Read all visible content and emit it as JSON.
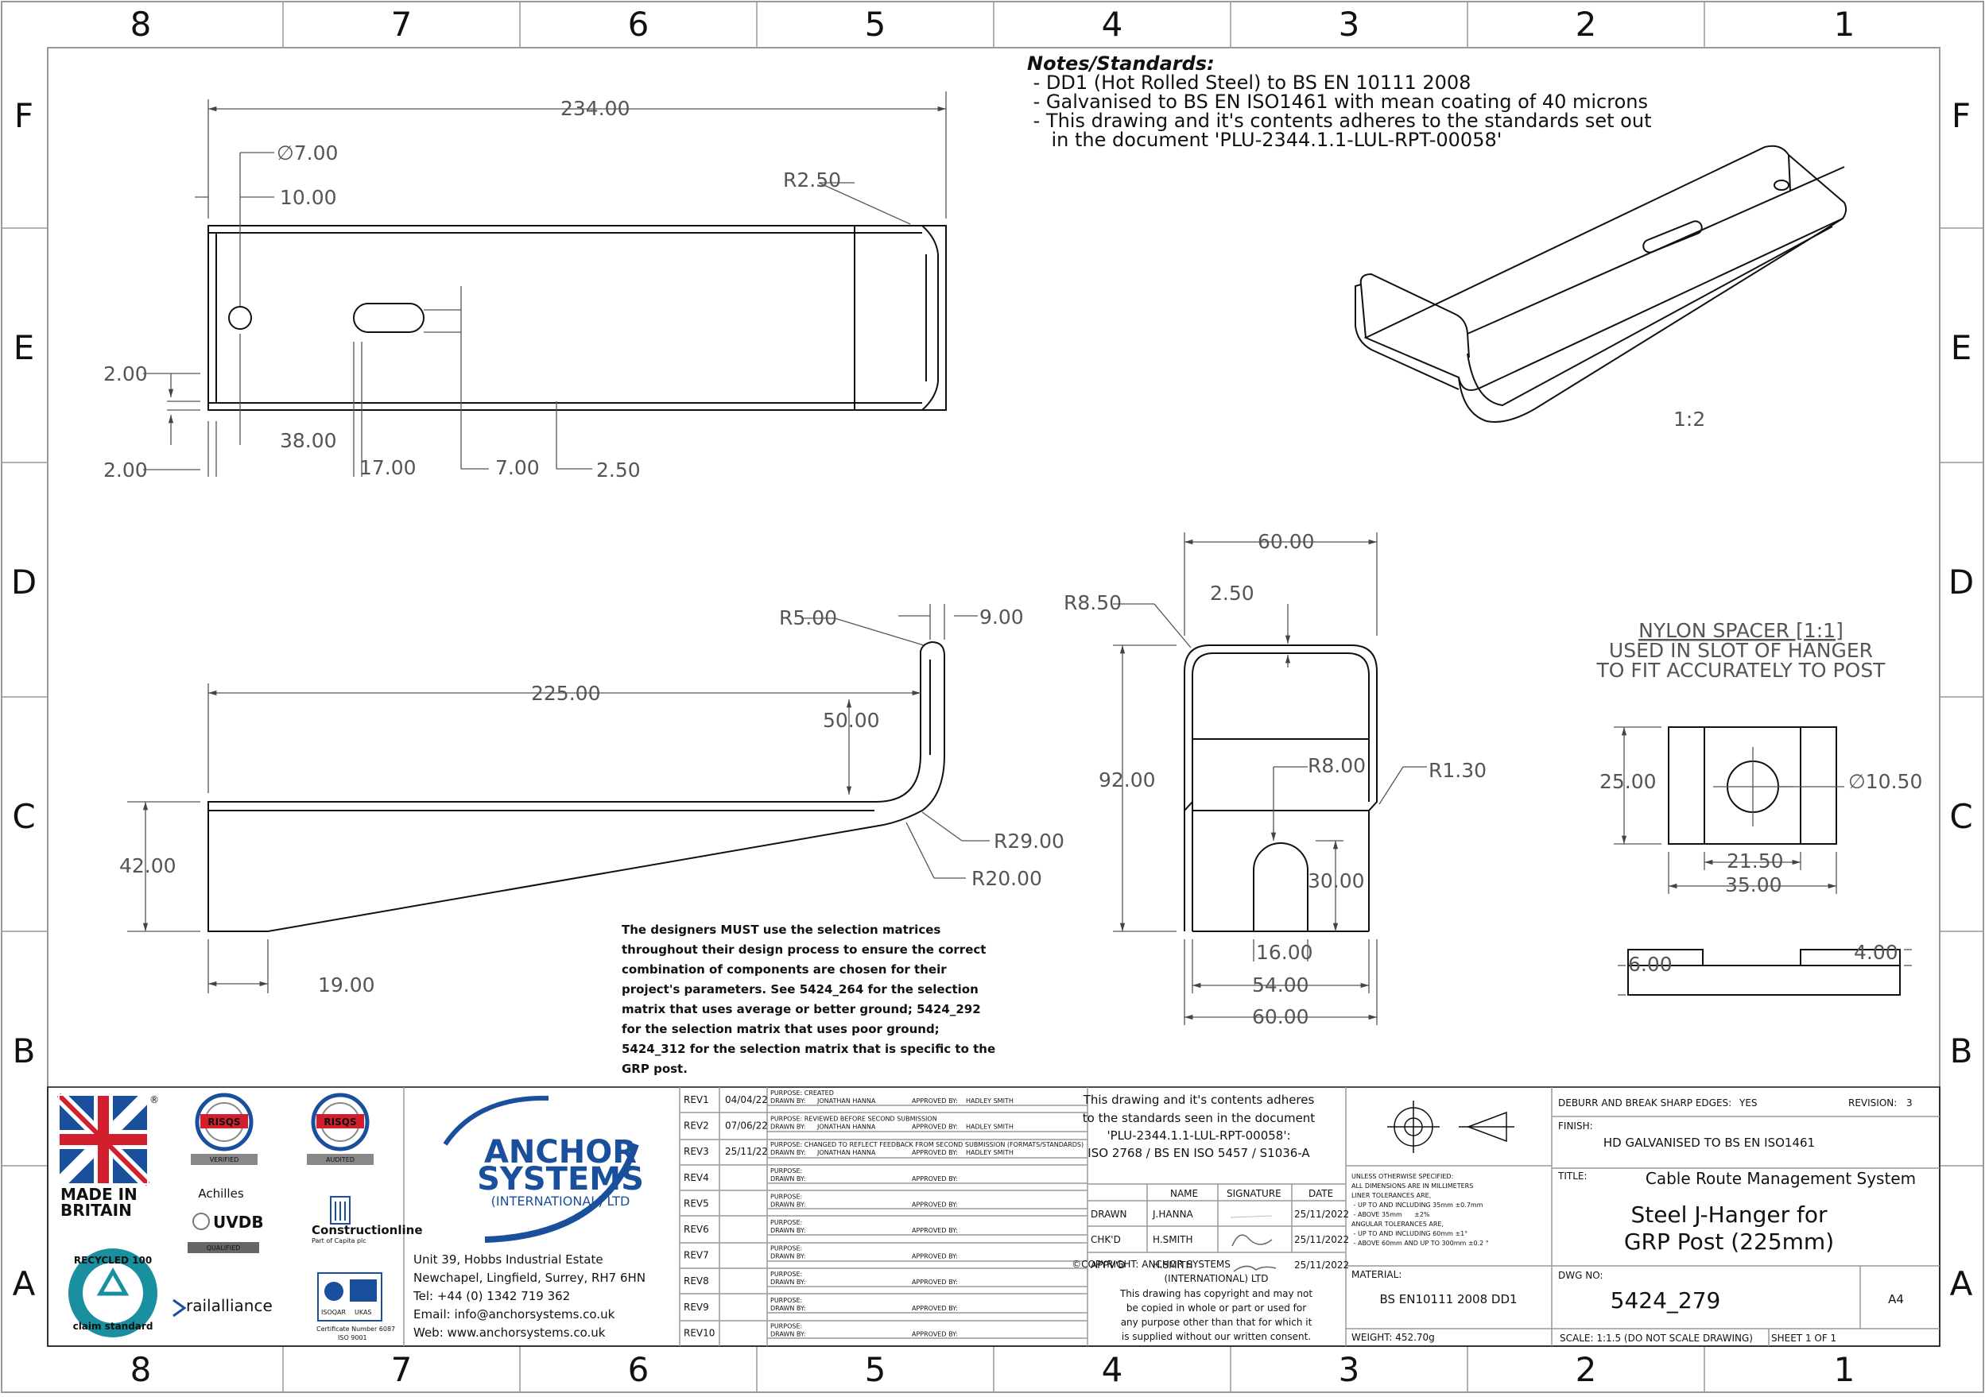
{
  "zones": {
    "columns": [
      "8",
      "7",
      "6",
      "5",
      "4",
      "3",
      "2",
      "1"
    ],
    "rows": [
      "F",
      "E",
      "D",
      "C",
      "B",
      "A"
    ]
  },
  "notes": {
    "heading": "Notes/Standards:",
    "lines": [
      " - DD1 (Hot Rolled Steel) to BS EN 10111 2008",
      " - Galvanised to BS EN ISO1461 with mean coating of 40 microns",
      " - This drawing and it's contents adheres to the standards set out",
      "    in the document 'PLU-2344.1.1-LUL-RPT-00058'"
    ]
  },
  "top_view": {
    "length": "234.00",
    "hole_dia": "∅7.00",
    "hole_offset": "10.00",
    "radius": "R2.50",
    "edge_a": "2.00",
    "edge_b": "2.00",
    "slot_pos": "38.00",
    "slot_len": "17.00",
    "slot_width": "7.00",
    "thickness": "2.50"
  },
  "iso_view": {
    "scale": "1:2"
  },
  "side_view": {
    "radius_top": "R5.00",
    "lip": "9.00",
    "length": "225.00",
    "height": "50.00",
    "outer_radius": "R29.00",
    "inner_radius": "R20.00",
    "depth": "42.00",
    "toe": "19.00"
  },
  "front_view": {
    "width_top": "60.00",
    "thickness": "2.50",
    "corner_radius": "R8.50",
    "height": "92.00",
    "slot_radius": "R8.00",
    "bend_radius": "R1.30",
    "slot_height": "30.00",
    "slot_width": "16.00",
    "inner_width": "54.00",
    "outer_width": "60.00"
  },
  "spacer": {
    "title": "NYLON SPACER [1:1]",
    "sub1": "USED IN SLOT OF HANGER",
    "sub2": "TO FIT ACCURATELY TO POST",
    "height": "25.00",
    "hole_dia": "∅10.50",
    "inner_width": "21.50",
    "width": "35.00",
    "thick_a": "6.00",
    "thick_b": "4.00"
  },
  "designer_note": [
    "The designers MUST use the selection matrices",
    "throughout their design process to ensure the correct",
    "combination of components are chosen for their",
    "project's parameters. See 5424_264 for the selection",
    "matrix that uses average or better ground; 5424_292",
    "for the selection matrix that uses poor ground;",
    "5424_312 for the selection matrix that is specific to the",
    "GRP post."
  ],
  "logos": {
    "made_in": "MADE IN",
    "britain": "BRITAIN",
    "registered": "®",
    "risqs_verified": "VERIFIED",
    "risqs_audited": "AUDITED",
    "risqs": "RISQS",
    "achilles": "Achilles",
    "uvdb": "UVDB",
    "qualified": "QUALIFIED",
    "constructionline": "Constructionline",
    "constructionline_sub": "Part of Capita plc",
    "recycled": "RECYCLED 100",
    "claim": "claim standard",
    "railalliance": "railalliance",
    "isoqar": "ISOQAR",
    "ukas": "UKAS",
    "cert": "Certificate Number 6087",
    "iso": "ISO 9001"
  },
  "company": {
    "name1": "ANCHOR",
    "name2": "SYSTEMS",
    "name3": "(INTERNATIONAL) LTD",
    "address1": "Unit 39, Hobbs Industrial Estate",
    "address2": "Newchapel, Lingfield, Surrey, RH7 6HN",
    "tel": "Tel:  +44 (0) 1342 719 362",
    "email": "Email:  info@anchorsystems.co.uk",
    "web": "Web:  www.anchorsystems.co.uk"
  },
  "revisions": {
    "purpose_label": "PURPOSE:",
    "drawn_label": "DRAWN BY:",
    "approved_label": "APPROVED BY:",
    "rows": [
      {
        "rev": "REV1",
        "date": "04/04/22",
        "purpose": "PURPOSE: CREATED",
        "drawn": "JONATHAN HANNA",
        "approved": "HADLEY SMITH"
      },
      {
        "rev": "REV2",
        "date": "07/06/22",
        "purpose": "PURPOSE: REVIEWED BEFORE SECOND SUBMISSION",
        "drawn": "JONATHAN HANNA",
        "approved": "HADLEY SMITH"
      },
      {
        "rev": "REV3",
        "date": "25/11/22",
        "purpose": "PURPOSE: CHANGED TO REFLECT FEEDBACK FROM SECOND SUBMISSION (FORMATS/STANDARDS)",
        "drawn": "JONATHAN HANNA",
        "approved": "HADLEY SMITH"
      },
      {
        "rev": "REV4",
        "date": "",
        "purpose": "PURPOSE:",
        "drawn": "",
        "approved": ""
      },
      {
        "rev": "REV5",
        "date": "",
        "purpose": "PURPOSE:",
        "drawn": "",
        "approved": ""
      },
      {
        "rev": "REV6",
        "date": "",
        "purpose": "PURPOSE:",
        "drawn": "",
        "approved": ""
      },
      {
        "rev": "REV7",
        "date": "",
        "purpose": "PURPOSE:",
        "drawn": "",
        "approved": ""
      },
      {
        "rev": "REV8",
        "date": "",
        "purpose": "PURPOSE:",
        "drawn": "",
        "approved": ""
      },
      {
        "rev": "REV9",
        "date": "",
        "purpose": "PURPOSE:",
        "drawn": "",
        "approved": ""
      },
      {
        "rev": "REV10",
        "date": "",
        "purpose": "PURPOSE:",
        "drawn": "",
        "approved": ""
      }
    ]
  },
  "standards": {
    "line1": "This drawing and it's contents adheres",
    "line2": "to the standards seen in the document",
    "line3": "'PLU-2344.1.1-LUL-RPT-00058':",
    "line4": "ISO 2768 / BS EN ISO 5457 / S1036-A"
  },
  "approvals": {
    "headers": [
      "",
      "NAME",
      "SIGNATURE",
      "DATE"
    ],
    "rows": [
      {
        "role": "DRAWN",
        "name": "J.HANNA",
        "date": "25/11/2022"
      },
      {
        "role": "CHK'D",
        "name": "H.SMITH",
        "date": "25/11/2022"
      },
      {
        "role": "APPV'D",
        "name": "H.SMITH",
        "date": "25/11/2022"
      }
    ]
  },
  "copyright": [
    "©COPYRIGHT: ANCHOR SYSTEMS",
    "(INTERNATIONAL) LTD",
    "This drawing has copyright and may not",
    "be copied in whole or part or used for",
    "any purpose other than that for which it",
    "is supplied without our written consent."
  ],
  "tolerances": [
    "UNLESS OTHERWISE SPECIFIED:",
    "ALL DIMENSIONS ARE IN MILLIMETERS",
    "LINER TOLERANCES ARE,",
    " - UP TO AND INCLUDING 35mm ±0.7mm",
    " - ABOVE 35mm      ±2%",
    "ANGULAR TOLERANCES ARE,",
    " - UP TO AND INCLUDING 60mm ±1°",
    " - ABOVE 60mm AND UP TO 300mm ±0.2 °"
  ],
  "material": {
    "label": "MATERIAL:",
    "value": "BS EN10111 2008 DD1"
  },
  "weight": "WEIGHT: 452.70g",
  "title_block": {
    "deburr_label": "DEBURR AND BREAK SHARP EDGES:",
    "deburr_value": "YES",
    "revision_label": "REVISION:",
    "revision_value": "3",
    "finish_label": "FINISH:",
    "finish_value": "HD GALVANISED TO BS EN ISO1461",
    "title_label": "TITLE:",
    "system": "Cable Route Management System",
    "title1": "Steel J-Hanger for",
    "title2": "GRP Post (225mm)",
    "dwg_label": "DWG NO:",
    "dwg_value": "5424_279",
    "size": "A4",
    "scale": "SCALE: 1:1.5 (DO NOT SCALE DRAWING)",
    "sheet": "SHEET 1 OF 1"
  },
  "colors": {
    "logo_blue": "#1a4f9c",
    "logo_red": "#d11f2d",
    "recycle_teal": "#1a8fa0"
  }
}
